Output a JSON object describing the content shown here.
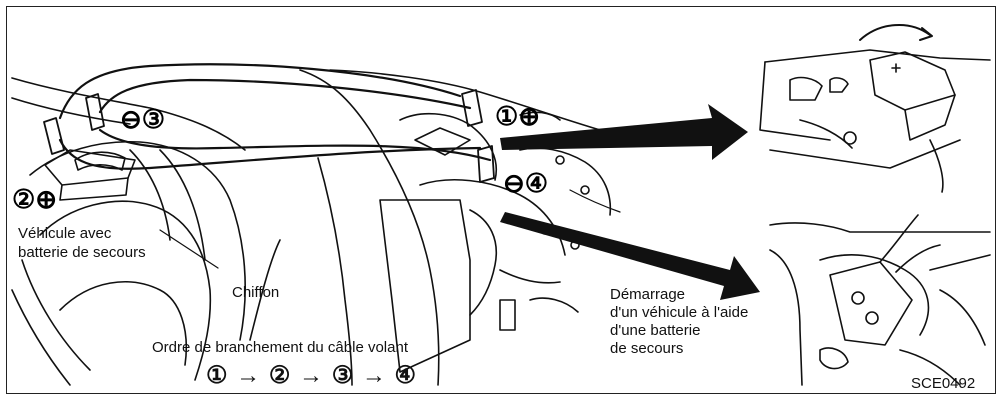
{
  "labels": {
    "donor_vehicle_line1": "Véhicule avec",
    "donor_vehicle_line2": "batterie de secours",
    "rag": "Chiffon",
    "jump_start_line1": "Démarrage",
    "jump_start_line2": "d'un véhicule à l'aide",
    "jump_start_line3": "d'une batterie",
    "jump_start_line4": "de secours",
    "order_title": "Ordre de branchement du câble volant",
    "figure_code": "SCE0492"
  },
  "connection_markers": {
    "step1": "①⊕",
    "step2": "②⊕",
    "step3": "⊖③",
    "step4": "⊖④"
  },
  "order_sequence": "① → ② → ③ → ④"
}
